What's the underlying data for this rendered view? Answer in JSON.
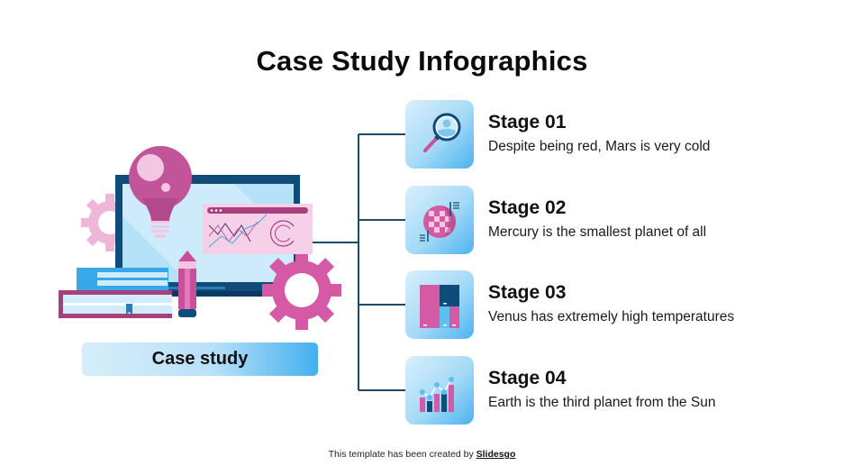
{
  "title": "Case Study Infographics",
  "left_panel": {
    "label": "Case study",
    "illustration_icons": [
      "lightbulb-icon",
      "laptop-icon",
      "chart-window-icon",
      "gear-icon",
      "books-icon",
      "pencil-icon"
    ]
  },
  "stages": [
    {
      "title": "Stage 01",
      "description": "Despite being red, Mars is very cold",
      "icon": "magnifier-icon"
    },
    {
      "title": "Stage 02",
      "description": "Mercury is the smallest planet of all",
      "icon": "globe-icon"
    },
    {
      "title": "Stage 03",
      "description": "Venus has extremely high temperatures",
      "icon": "blocks-chart-icon"
    },
    {
      "title": "Stage 04",
      "description": "Earth is the third planet from the Sun",
      "icon": "bar-line-chart-icon"
    }
  ],
  "footer": {
    "text": "This template has been created by ",
    "brand": "Slidesgo"
  },
  "colors": {
    "navy": "#0f4c7a",
    "magenta": "#c94f9c",
    "pink_light": "#f2c6e2",
    "sky": "#4ab3ef",
    "sky_light": "#d6eefb",
    "line": "#1d4a64"
  }
}
